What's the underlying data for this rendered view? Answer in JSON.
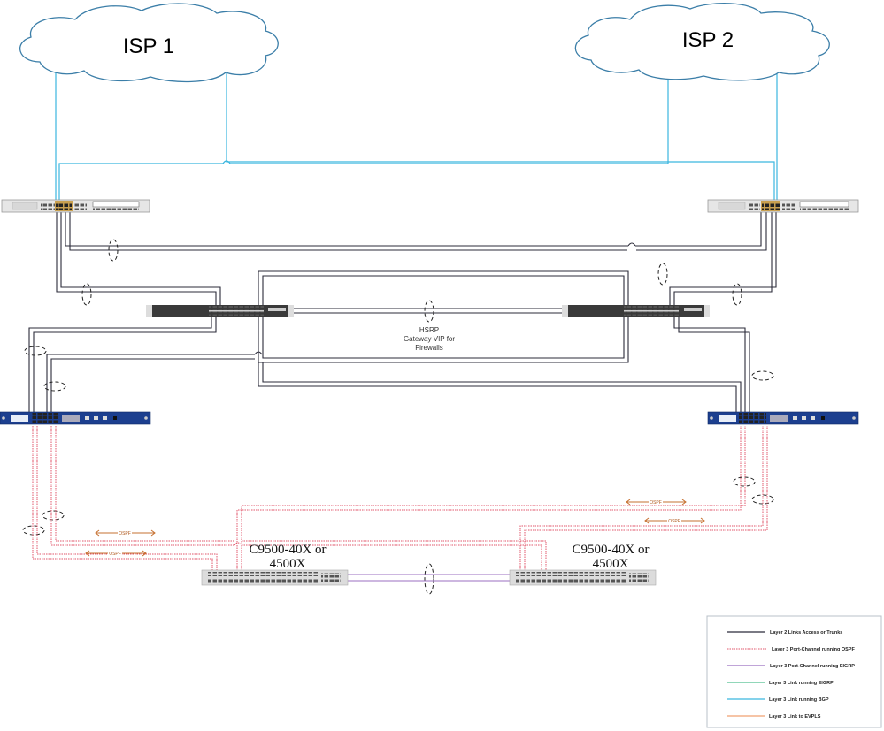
{
  "clouds": [
    {
      "id": "isp1",
      "label": "ISP 1"
    },
    {
      "id": "isp2",
      "label": "ISP 2"
    }
  ],
  "devices": {
    "routers": [
      {
        "id": "edge-router-left",
        "role": "Edge router"
      },
      {
        "id": "edge-router-right",
        "role": "Edge router"
      }
    ],
    "access_switches": [
      {
        "id": "hsrp-switch-left",
        "role": "Switch"
      },
      {
        "id": "hsrp-switch-right",
        "role": "Switch"
      }
    ],
    "firewalls": [
      {
        "id": "firewall-left",
        "role": "Firewall"
      },
      {
        "id": "firewall-right",
        "role": "Firewall"
      }
    ],
    "core_switches": [
      {
        "id": "core-left",
        "label_line1": "C9500-40X or",
        "label_line2": "4500X"
      },
      {
        "id": "core-right",
        "label_line1": "C9500-40X or",
        "label_line2": "4500X"
      }
    ]
  },
  "hsrp": {
    "line1": "HSRP",
    "line2": "Gateway VIP for",
    "line3": "Firewalls"
  },
  "ospf_labels": [
    "OSPF",
    "OSPF",
    "OSPF",
    "OSPF"
  ],
  "colors": {
    "layer2": "#2b2b3a",
    "ospf": "#e0556a",
    "eigrp_pc": "#9b6fc0",
    "eigrp": "#4fbf8f",
    "bgp": "#3bb6df",
    "evpls": "#f0a070",
    "cloud_stroke": "#3b7ea8",
    "firewall_blue": "#1c3f8f"
  },
  "legend": {
    "items": [
      {
        "label": "Layer 2 Links Access or Trunks",
        "style": "layer2"
      },
      {
        "label": "Layer 3 Port-Channel running OSPF",
        "style": "ospf"
      },
      {
        "label": "Layer 3 Port-Channel running EIGRP",
        "style": "eigrp_pc"
      },
      {
        "label": "Layer 3 Link running EIGRP",
        "style": "eigrp"
      },
      {
        "label": "Layer 3 Link running BGP",
        "style": "bgp"
      },
      {
        "label": "Layer 3 Link to EVPLS",
        "style": "evpls"
      }
    ]
  }
}
